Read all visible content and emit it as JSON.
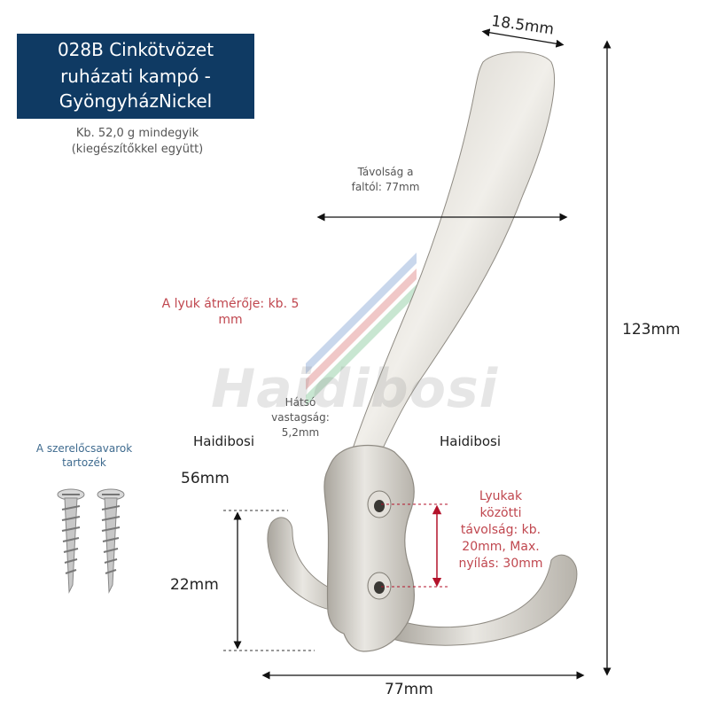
{
  "title": {
    "line1": "028B Cinkötvözet",
    "line2": "ruházati kampó -",
    "line3": "GyöngyházNickel"
  },
  "weight": {
    "line1": "Kb. 52,0 g mindegyik",
    "line2": "(kiegészítőkkel együtt)"
  },
  "dimensions": {
    "top_width": "18.5mm",
    "wall_distance_line1": "Távolság a",
    "wall_distance_line2": "faltól: 77mm",
    "height": "123mm",
    "back_thickness_line1": "Hátsó",
    "back_thickness_line2": "vastagság:",
    "back_thickness_line3": "5,2mm",
    "plate_height": "56mm",
    "hook_depth": "22mm",
    "bottom_width": "77mm"
  },
  "hole": {
    "line1": "A lyuk átmérője: kb. 5",
    "line2": "mm"
  },
  "hole_spacing": {
    "line1": "Lyukak",
    "line2": "közötti",
    "line3": "távolság: kb.",
    "line4": "20mm, Max.",
    "line5": "nyílás: 30mm"
  },
  "screws": {
    "line1": "A szerelőcsavarok",
    "line2": "tartozék"
  },
  "brand": {
    "left": "Haidibosi",
    "right": "Haidibosi",
    "watermark": "Haidibosi"
  },
  "colors": {
    "title_bg": "#0f3a63",
    "accent_red": "#c0474f",
    "metal": "#d8d5cf"
  }
}
